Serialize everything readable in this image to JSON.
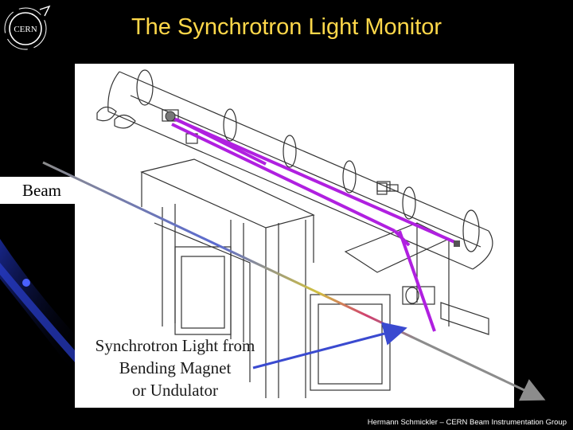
{
  "slide": {
    "title": "The Synchrotron Light Monitor",
    "beam_label": "Beam",
    "callout_lines": [
      "Synchrotron Light from",
      "Bending Magnet",
      "or Undulator"
    ],
    "footer": "Hermann Schmickler – CERN Beam Instrumentation Group",
    "logo_text": "CERN"
  },
  "colors": {
    "background": "#000000",
    "title": "#ffd84a",
    "light_path": "#b020e0",
    "beam_line": "#8c8c8c",
    "arrow": "#3a4ad0"
  },
  "icons": [
    "cern-logo-icon"
  ]
}
